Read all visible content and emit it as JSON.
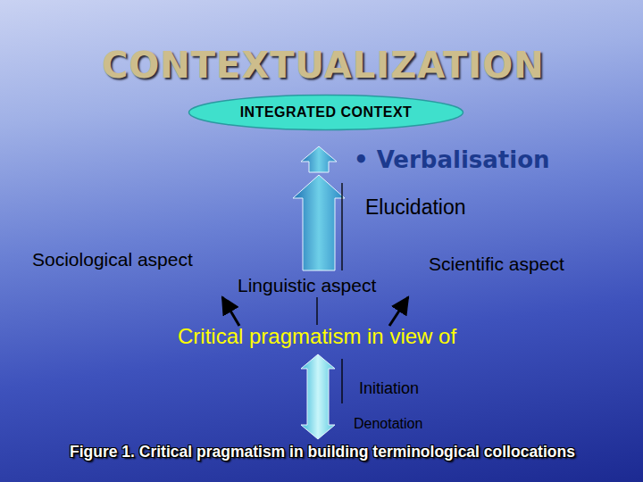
{
  "diagram": {
    "title": "CONTEXTUALIZATION",
    "caption": "Figure 1. Critical pragmatism in building terminological collocations",
    "nodes": [
      {
        "text": [
          "INTEGRATED CONTEXT"
        ]
      }
    ],
    "labels": [
      "• Verbalisation",
      "Elucidation",
      "Sociological aspect",
      "Linguistic aspect",
      "Scientific aspect",
      "Critical pragmatism in view of",
      "Initiation",
      "Denotation"
    ]
  }
}
